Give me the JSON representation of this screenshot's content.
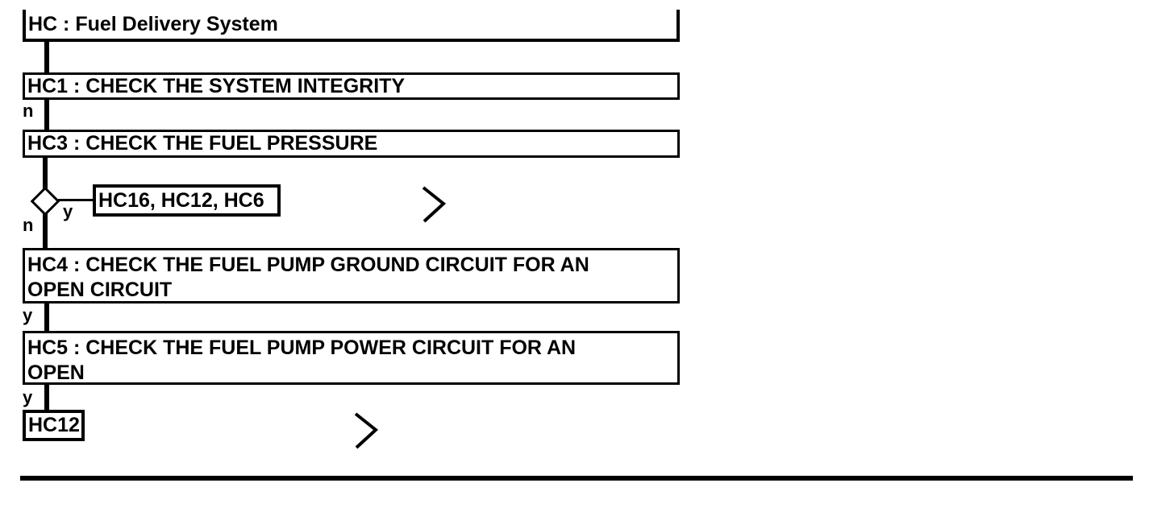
{
  "colors": {
    "ink": "#000000",
    "paper": "#ffffff"
  },
  "flowchart": {
    "title": {
      "label": "HC : Fuel Delivery System"
    },
    "steps": {
      "hc1": {
        "label": "HC1 : CHECK THE SYSTEM INTEGRITY",
        "branch_label": "n"
      },
      "hc3": {
        "label": "HC3 : CHECK THE FUEL PRESSURE"
      },
      "decision": {
        "no_label": "n",
        "yes_label": "y",
        "yes_target": "HC16, HC12, HC6"
      },
      "hc4": {
        "line1": "HC4 : CHECK THE FUEL PUMP GROUND CIRCUIT FOR AN",
        "line2": "OPEN CIRCUIT",
        "branch_label": "y"
      },
      "hc5": {
        "line1": "HC5 : CHECK THE FUEL PUMP POWER CIRCUIT FOR AN",
        "line2": "OPEN",
        "branch_label": "y"
      },
      "hc12": {
        "label": "HC12"
      }
    }
  }
}
